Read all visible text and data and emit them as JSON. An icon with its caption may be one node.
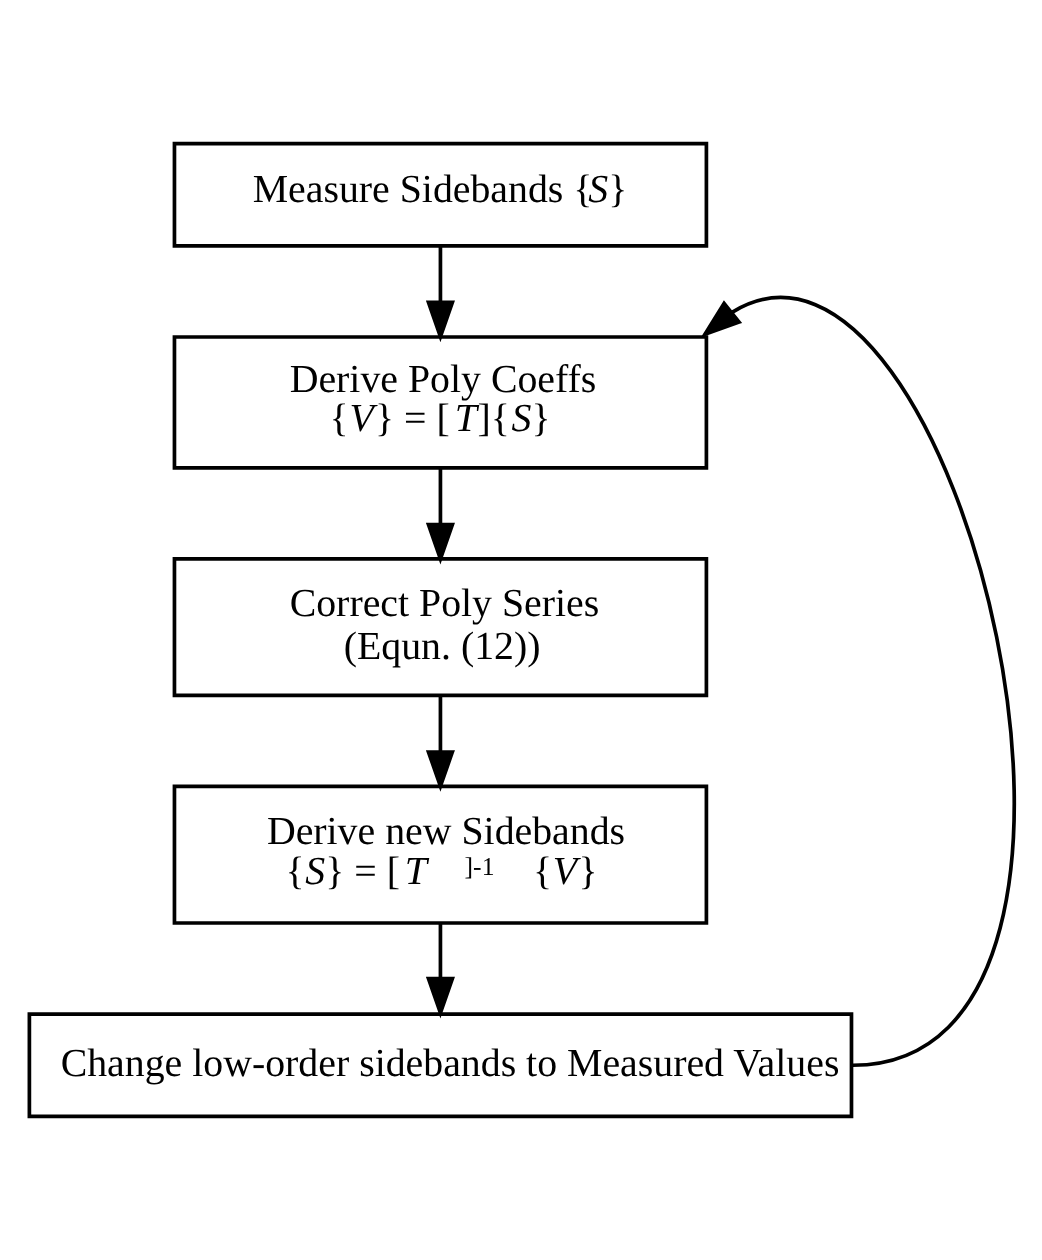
{
  "diagram": {
    "nodes": [
      {
        "text": [
          "Measure Sidebands {*S*}"
        ]
      },
      {
        "text": [
          "Derive Poly Coeffs",
          "{*V*} = [*T*]{*S*}"
        ]
      },
      {
        "text": [
          "Correct Poly Series",
          "(Equn. (12))"
        ]
      },
      {
        "text": [
          "Derive new Sidebands",
          "{*S*} = [*T*]$^{-1}${*V*}"
        ]
      },
      {
        "text": [
          "Change low-order sidebands to Measured Values"
        ]
      }
    ],
    "edges": [
      {
        "from": 0,
        "to": 1,
        "arrow": "to"
      },
      {
        "from": 1,
        "to": 2,
        "arrow": "to"
      },
      {
        "from": 2,
        "to": 3,
        "arrow": "to"
      },
      {
        "from": 3,
        "to": 4,
        "arrow": "to"
      },
      {
        "from": 4,
        "to": 1,
        "arrow": "to"
      }
    ]
  }
}
